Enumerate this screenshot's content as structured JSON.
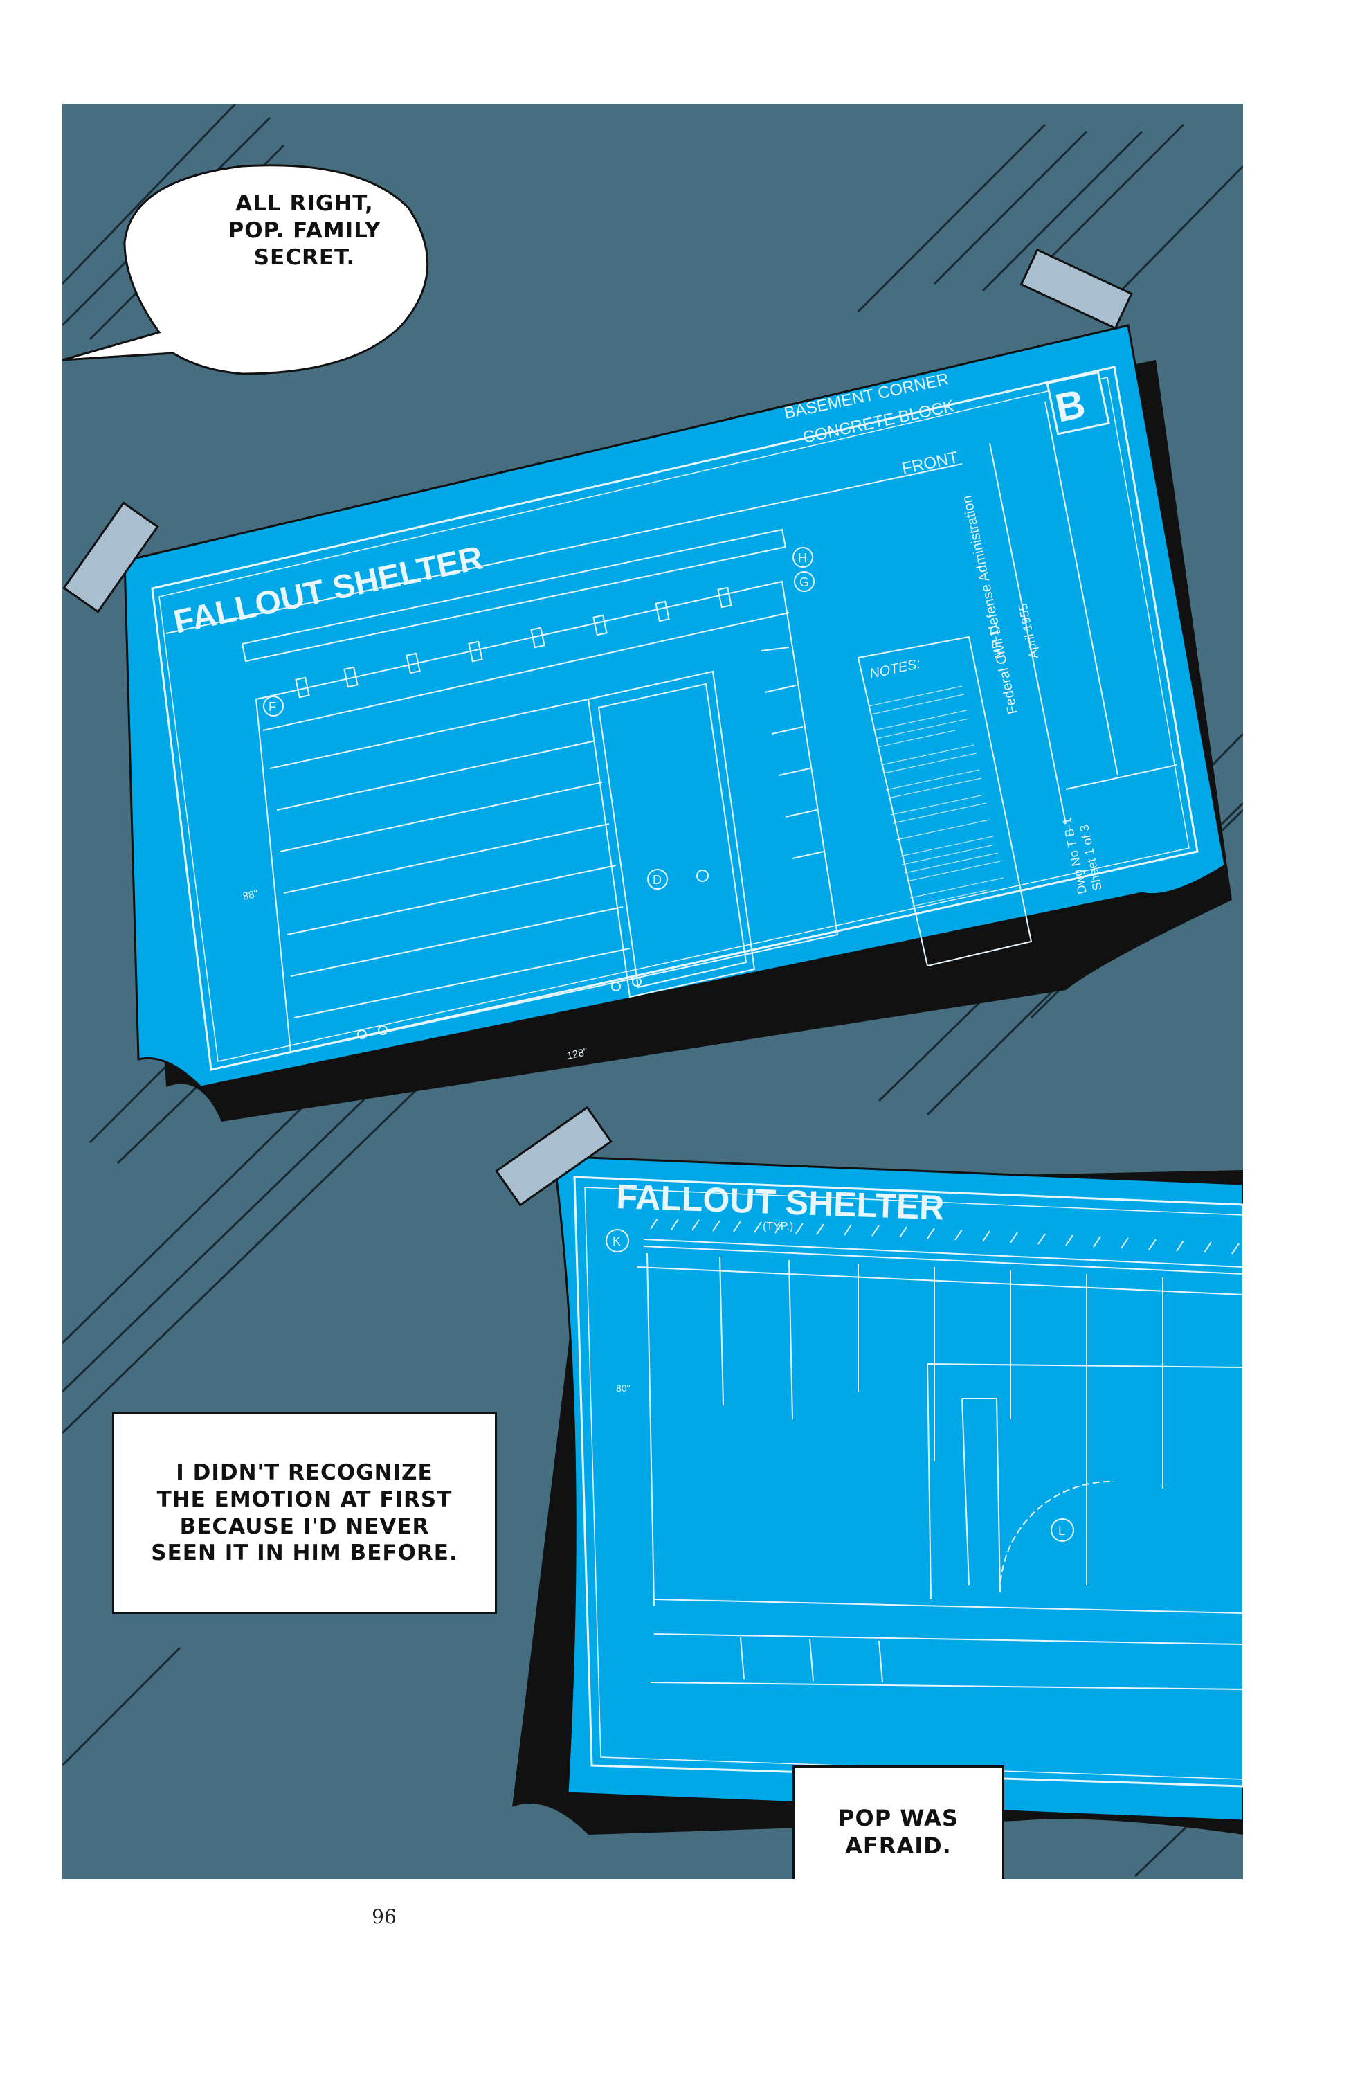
{
  "speech_bubble": {
    "lines": [
      "ALL RIGHT,",
      "POP. FAMILY",
      "SECRET."
    ]
  },
  "blueprint_1": {
    "title": "FALLOUT SHELTER",
    "subtitle_lines": [
      "BASEMENT CORNER",
      "CONCRETE BLOCK"
    ],
    "view": "FRONT",
    "sheet_letter": "B",
    "agency_lines": [
      "Federal Civil Defense Administration",
      "April 1955",
      "MP-11"
    ],
    "drawing_no_lines": [
      "Dwg No T B-1",
      "Sheet 1 of 3"
    ],
    "notes_heading": "NOTES:",
    "markers": [
      "H",
      "G",
      "F",
      "D"
    ],
    "dimensions": {
      "height": "88\"",
      "width": "128\""
    }
  },
  "blueprint_2": {
    "title": "FALLOUT SHELTER",
    "markers": [
      "K",
      "L"
    ],
    "typ_label": "(TYP.)",
    "dimension": "80\""
  },
  "captions": {
    "caption_1": [
      "I DIDN'T RECOGNIZE",
      "THE EMOTION AT FIRST",
      "BECAUSE I'D NEVER",
      "SEEN IT IN HIM BEFORE."
    ],
    "caption_2": [
      "POP WAS",
      "AFRAID."
    ]
  },
  "page_number": "96",
  "colors": {
    "background": "#476e80",
    "blueprint": "#00a8e8",
    "tape": "#a9bfd0",
    "ink": "#111111"
  }
}
